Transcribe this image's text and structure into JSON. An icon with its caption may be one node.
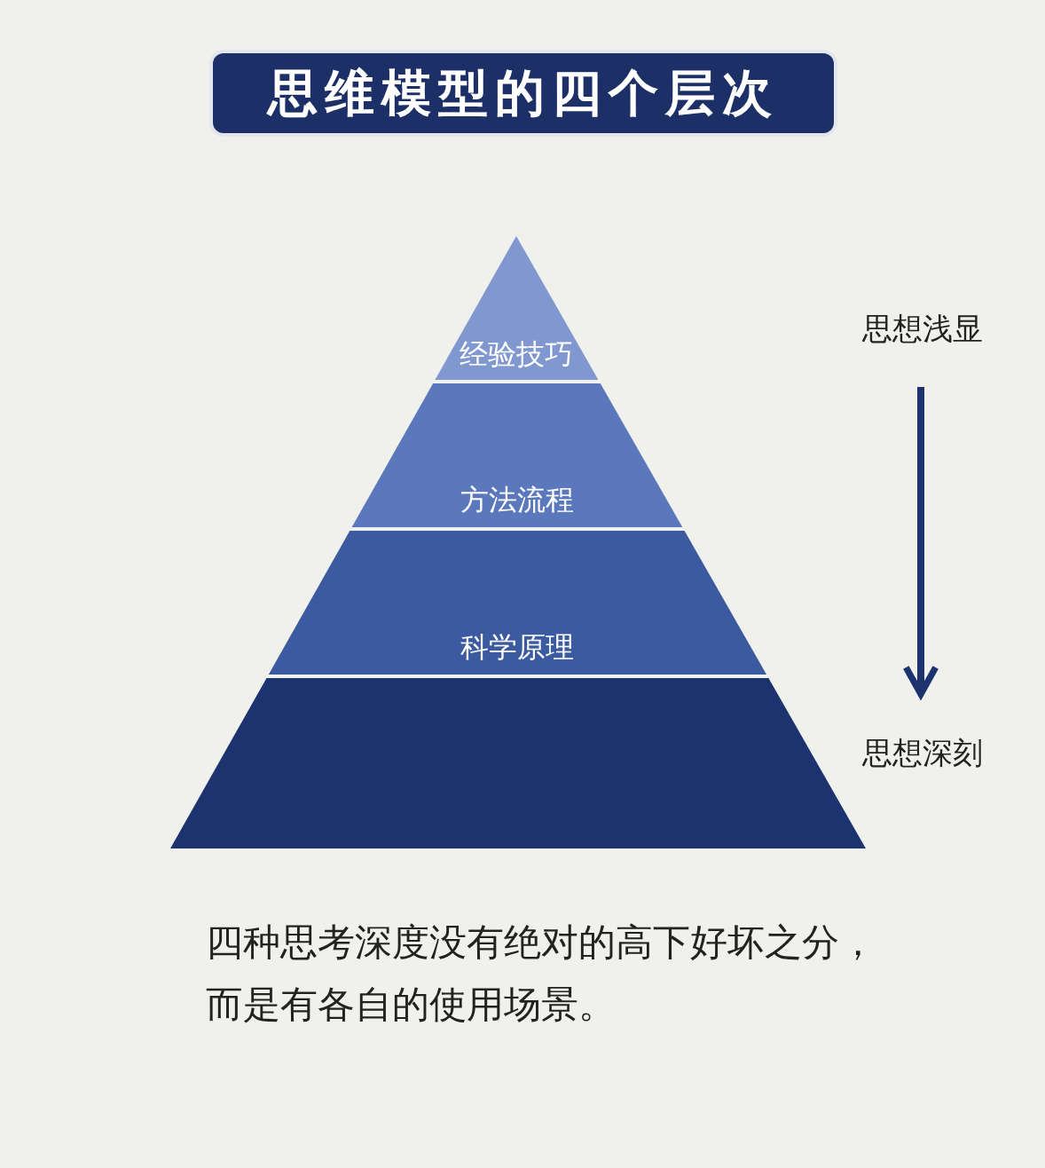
{
  "diagram": {
    "title": "思维模型的四个层次",
    "nodes": [
      {
        "text": [
          "经验技巧"
        ]
      },
      {
        "text": [
          "方法流程"
        ]
      },
      {
        "text": [
          "科学原理"
        ]
      },
      {
        "text": [],
        "shape": "trapezoid"
      },
      {
        "text": [
          "思想浅显"
        ]
      },
      {
        "text": [
          "思想深刻"
        ]
      }
    ],
    "edges": [
      {
        "from": 4,
        "to": 5,
        "arrow": "to"
      }
    ],
    "caption": "四种思考深度没有绝对的高下好坏之分，而是有各自的使用场景。"
  }
}
